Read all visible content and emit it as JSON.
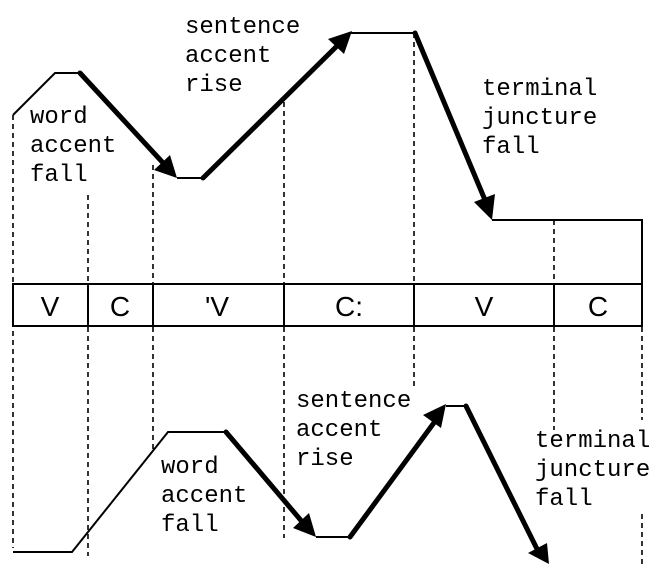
{
  "segments": [
    "V",
    "C",
    "'V",
    "C:",
    "V",
    "C"
  ],
  "top_contour": {
    "word_accent_fall": [
      "word",
      "accent",
      "fall"
    ],
    "sentence_accent_rise": [
      "sentence",
      "accent",
      "rise"
    ],
    "terminal_juncture_fall": [
      "terminal",
      "juncture",
      "fall"
    ]
  },
  "bottom_contour": {
    "word_accent_fall": [
      "word",
      "accent",
      "fall"
    ],
    "sentence_accent_rise": [
      "sentence",
      "accent",
      "rise"
    ],
    "terminal_juncture_fall": [
      "terminal",
      "juncture",
      "fall"
    ]
  },
  "colors": {
    "ink": "#000000",
    "background": "#ffffff"
  }
}
